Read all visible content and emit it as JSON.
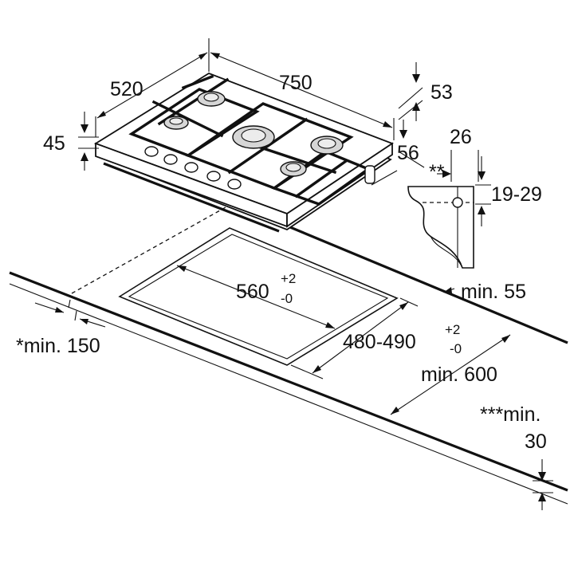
{
  "hob": {
    "width": "750",
    "depth": "520",
    "height": "45",
    "dim_53": "53",
    "dim_56": "56"
  },
  "detail": {
    "dim_26": "26",
    "dim_19_29": "19-29",
    "marker": "**"
  },
  "cutout": {
    "width_base": "560",
    "width_tol_plus": "+2",
    "width_tol_minus": "-0",
    "depth_base": "480-490",
    "depth_tol_plus": "+2",
    "depth_tol_minus": "-0"
  },
  "countertop": {
    "min_55": "min. 55",
    "min_150": "*min. 150",
    "min_600": "min. 600",
    "min_30_label": "***min.",
    "min_30_value": "30"
  },
  "colors": {
    "line": "#111111",
    "burner_fill": "#d6d6d6",
    "background": "#ffffff"
  }
}
